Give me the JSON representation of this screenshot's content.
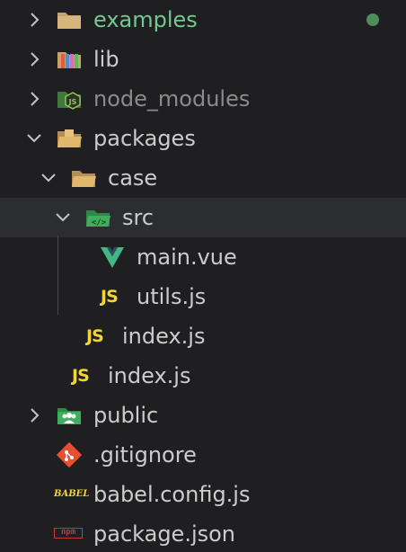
{
  "colors": {
    "background": "#1f1f21",
    "selected_row": "#2b2d31",
    "text": "#cccccc",
    "modified_text": "#73c991",
    "dimmed_text": "#8b8b8b",
    "modified_dot": "#4d8c5f",
    "js_yellow": "#f0d537",
    "vue_green": "#41b883"
  },
  "tree": {
    "examples": {
      "label": "examples",
      "status": "modified",
      "icon": "folder-icon"
    },
    "lib": {
      "label": "lib",
      "icon": "folder-lib-icon"
    },
    "node_modules": {
      "label": "node_modules",
      "status": "ignored",
      "icon": "folder-node-icon"
    },
    "packages": {
      "label": "packages",
      "expanded": true,
      "icon": "folder-open-icon"
    },
    "case": {
      "label": "case",
      "expanded": true,
      "icon": "folder-open-icon"
    },
    "src": {
      "label": "src",
      "expanded": true,
      "selected": true,
      "icon": "folder-src-icon"
    },
    "main_vue": {
      "label": "main.vue",
      "icon": "vue-icon"
    },
    "utils_js": {
      "label": "utils.js",
      "icon": "js-icon",
      "icon_text": "JS"
    },
    "case_index_js": {
      "label": "index.js",
      "icon": "js-icon",
      "icon_text": "JS"
    },
    "packages_index_js": {
      "label": "index.js",
      "icon": "js-icon",
      "icon_text": "JS"
    },
    "public": {
      "label": "public",
      "icon": "folder-public-icon"
    },
    "gitignore": {
      "label": ".gitignore",
      "icon": "git-icon"
    },
    "babel_config": {
      "label": "babel.config.js",
      "icon": "babel-icon",
      "icon_text": "BABEL"
    },
    "package_json": {
      "label": "package.json",
      "icon": "npm-icon",
      "icon_text": "npm"
    }
  }
}
